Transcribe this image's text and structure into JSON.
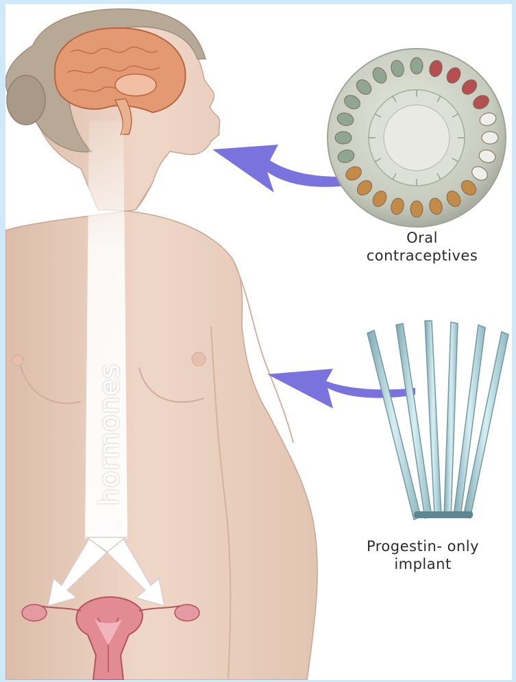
{
  "labels": {
    "oral_line1": "Oral",
    "oral_line2": "contraceptives",
    "implant_line1": "Progestin- only",
    "implant_line2": "implant",
    "hormones": "hormones"
  },
  "colors": {
    "page_border": "#cfe9fb",
    "skin": "#ecd2c1",
    "hair": "#b9aa99",
    "brain": "#e0906a",
    "arrow": "#7a73de",
    "uterus": "#e48a92",
    "pill_case": "#cfd2c6",
    "implant_rod": "#a9cdd4"
  },
  "icons": [
    "brain-icon",
    "pill-pack-icon",
    "implant-rods-icon",
    "uterus-icon",
    "arrow-icon"
  ]
}
